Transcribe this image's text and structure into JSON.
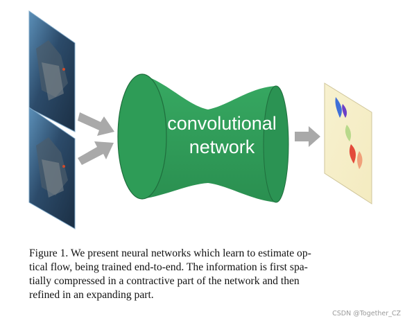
{
  "network": {
    "label_line1": "convolutional",
    "label_line2": "network"
  },
  "caption": {
    "lines": [
      "Figure 1. We present neural networks which learn to estimate op-",
      "tical flow, being trained end-to-end. The information is first spa-",
      "tially compressed in a contractive part of the network and then",
      "refined in an expanding part."
    ]
  },
  "watermark": "CSDN @Together_CZ",
  "colors": {
    "network_green": "#2e9c57",
    "network_dark": "#1f6e3d",
    "arrow_gray": "#a9a9a9",
    "frame_blue": "#3a6fa5"
  },
  "icons": [
    "input-frame-icon",
    "arrow-icon",
    "optical-flow-output-icon"
  ]
}
